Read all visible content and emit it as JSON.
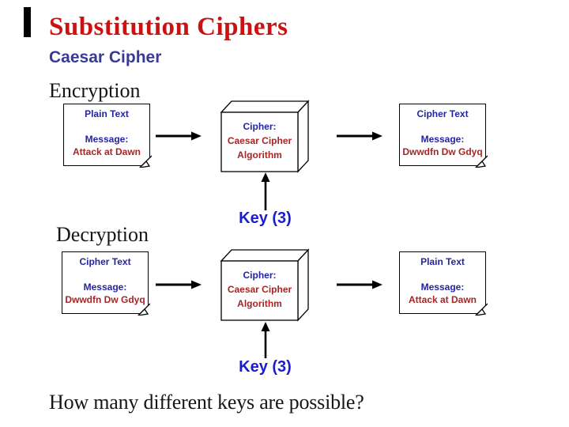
{
  "slide": {
    "title": "Substitution Ciphers",
    "subtitle": "Caesar Cipher",
    "question": "How many different keys are possible?"
  },
  "encryption": {
    "heading": "Encryption",
    "input_box": {
      "label": "Plain Text",
      "message_label": "Message:",
      "message": "Attack at Dawn"
    },
    "cipher_box": {
      "line1": "Cipher:",
      "line2": "Caesar Cipher",
      "line3": "Algorithm"
    },
    "output_box": {
      "label": "Cipher Text",
      "message_label": "Message:",
      "message": "Dwwdfn Dw Gdyq"
    },
    "key_label": "Key (3)"
  },
  "decryption": {
    "heading": "Decryption",
    "input_box": {
      "label": "Cipher Text",
      "message_label": "Message:",
      "message": "Dwwdfn Dw Gdyq"
    },
    "cipher_box": {
      "line1": "Cipher:",
      "line2": "Caesar Cipher",
      "line3": "Algorithm"
    },
    "output_box": {
      "label": "Plain Text",
      "message_label": "Message:",
      "message": "Attack at Dawn"
    },
    "key_label": "Key (3)"
  },
  "colors": {
    "title_red": "#CC1111",
    "subtitle_navy": "#3A3A96",
    "box_navy": "#2424A3",
    "box_red": "#A42626",
    "key_blue": "#1C1CCE",
    "accent_bar": "#000000"
  }
}
